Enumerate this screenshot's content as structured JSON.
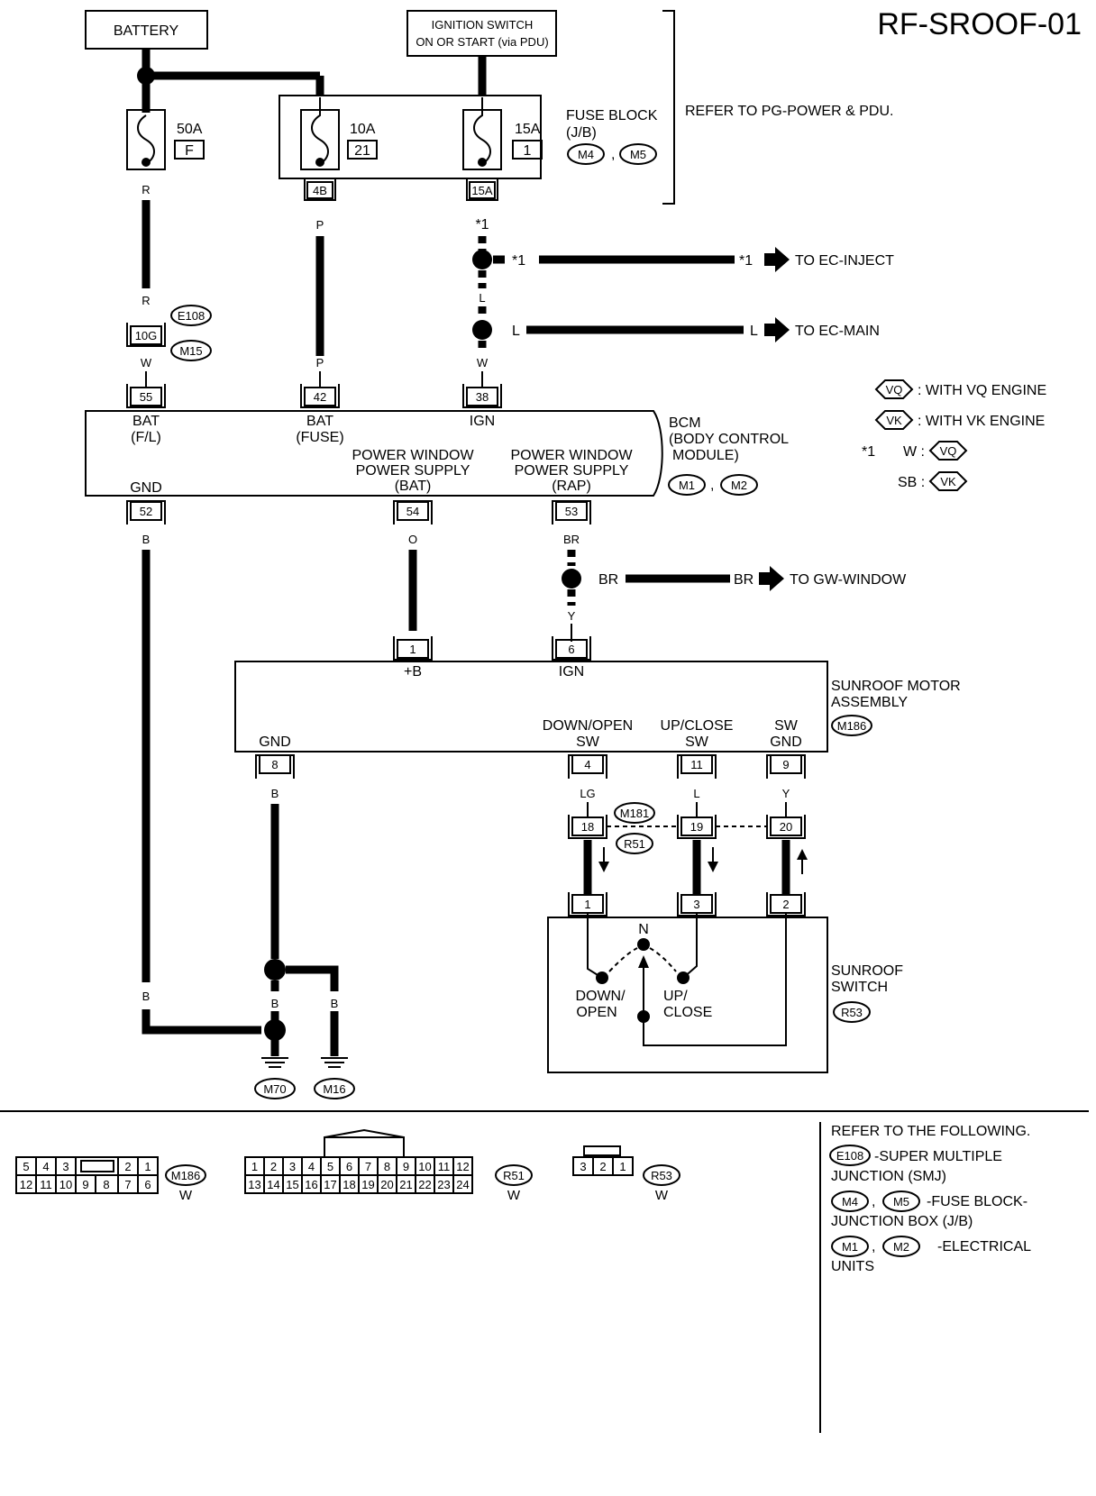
{
  "title": "RF-SROOF-01",
  "sources": {
    "battery": "BATTERY",
    "ignition_line1": "IGNITION SWITCH",
    "ignition_line2": "ON OR START (via PDU)"
  },
  "fuse_block": {
    "name_line1": "FUSE BLOCK",
    "name_line2": "(J/B)",
    "connectors": [
      "M4",
      "M5"
    ],
    "refer": "REFER TO PG-POWER & PDU.",
    "fuses": [
      {
        "amp": "50A",
        "id": "F"
      },
      {
        "amp": "10A",
        "id": "21"
      },
      {
        "amp": "15A",
        "id": "1"
      }
    ],
    "terminals": [
      "4B",
      "15A"
    ]
  },
  "smj": {
    "terminal": "10G",
    "connectors": [
      "E108",
      "M15"
    ]
  },
  "wire_colors": {
    "r": "R",
    "p": "P",
    "w": "W",
    "l": "L",
    "b": "B",
    "o": "O",
    "br": "BR",
    "y": "Y",
    "lg": "LG"
  },
  "star": "*1",
  "branches": {
    "ec_inject": "TO EC-INJECT",
    "ec_main": "TO EC-MAIN",
    "gw_window": "TO GW-WINDOW"
  },
  "bcm": {
    "name_line1": "BCM",
    "name_line2": "(BODY CONTROL",
    "name_line3": "MODULE)",
    "connectors": [
      "M1",
      "M2"
    ],
    "top_pins": [
      {
        "num": "55",
        "label1": "BAT",
        "label2": "(F/L)"
      },
      {
        "num": "42",
        "label1": "BAT",
        "label2": "(FUSE)"
      },
      {
        "num": "38",
        "label1": "IGN",
        "label2": ""
      }
    ],
    "bottom_pins": [
      {
        "num": "52",
        "label1": "GND"
      },
      {
        "num": "54",
        "label1": "POWER WINDOW",
        "label2": "POWER SUPPLY",
        "label3": "(BAT)"
      },
      {
        "num": "53",
        "label1": "POWER WINDOW",
        "label2": "POWER SUPPLY",
        "label3": "(RAP)"
      }
    ]
  },
  "legend": {
    "vq": "VQ",
    "vq_text": ": WITH VQ ENGINE",
    "vk": "VK",
    "vk_text": ": WITH VK ENGINE",
    "w_label": "W :",
    "sb_label": "SB :"
  },
  "motor": {
    "name_line1": "SUNROOF MOTOR",
    "name_line2": "ASSEMBLY",
    "connector": "M186",
    "pins": [
      {
        "num": "1",
        "label": "+B"
      },
      {
        "num": "6",
        "label": "IGN"
      },
      {
        "num": "8",
        "label": "GND"
      },
      {
        "num": "4",
        "label1": "DOWN/OPEN",
        "label2": "SW"
      },
      {
        "num": "11",
        "label1": "UP/CLOSE",
        "label2": "SW"
      },
      {
        "num": "9",
        "label1": "SW",
        "label2": "GND"
      }
    ]
  },
  "joint": {
    "pins": [
      "18",
      "19",
      "20"
    ],
    "connectors": [
      "M181",
      "R51"
    ]
  },
  "switch": {
    "name_line1": "SUNROOF",
    "name_line2": "SWITCH",
    "connector": "R53",
    "pins": [
      "1",
      "3",
      "2"
    ],
    "n": "N",
    "down1": "DOWN/",
    "down2": "OPEN",
    "up1": "UP/",
    "up2": "CLOSE"
  },
  "grounds": [
    "M70",
    "M16"
  ],
  "connector_views": {
    "m186": {
      "top": [
        "5",
        "4",
        "3",
        "2",
        "1"
      ],
      "bottom": [
        "12",
        "11",
        "10",
        "9",
        "8",
        "7",
        "6"
      ],
      "id": "M186",
      "color": "W"
    },
    "r51": {
      "top": [
        "1",
        "2",
        "3",
        "4",
        "5",
        "6",
        "7",
        "8",
        "9",
        "10",
        "11",
        "12"
      ],
      "bottom": [
        "13",
        "14",
        "15",
        "16",
        "17",
        "18",
        "19",
        "20",
        "21",
        "22",
        "23",
        "24"
      ],
      "id": "R51",
      "color": "W"
    },
    "r53": {
      "cells": [
        "3",
        "2",
        "1"
      ],
      "id": "R53",
      "color": "W"
    }
  },
  "refer_list": {
    "heading": "REFER TO THE FOLLOWING.",
    "smj_id": "E108",
    "smj_text1": "-SUPER MULTIPLE",
    "smj_text2": "JUNCTION (SMJ)",
    "jb_ids": [
      "M4",
      "M5"
    ],
    "jb_text1": "-FUSE BLOCK-",
    "jb_text2": "JUNCTION BOX (J/B)",
    "eu_ids": [
      "M1",
      "M2"
    ],
    "eu_text1": "-ELECTRICAL",
    "eu_text2": "UNITS"
  }
}
